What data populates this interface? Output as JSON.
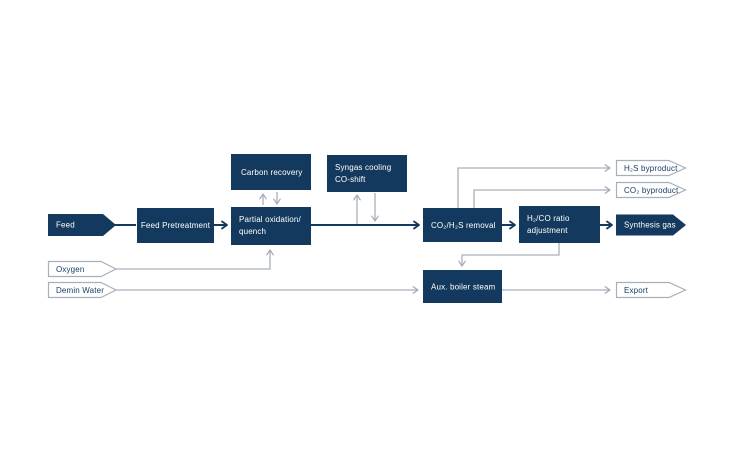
{
  "colors": {
    "navy": "#133a5e",
    "line_gray": "#a6b0ba",
    "background": "#ffffff"
  },
  "nodes": {
    "feed": {
      "label": "Feed",
      "shape": "filled-arrow"
    },
    "feed_pretreatment": {
      "label": "Feed Pretreatment",
      "shape": "process-box"
    },
    "carbon_recovery": {
      "label": "Carbon recovery",
      "shape": "process-box"
    },
    "partial_oxidation": {
      "line1": "Partial oxidation/",
      "line2": "quench",
      "shape": "process-box"
    },
    "syngas_cooling": {
      "line1": "Syngas cooling",
      "line2": "CO-shift",
      "shape": "process-box"
    },
    "co2_h2s_removal": {
      "label": "CO₂/H₂S removal",
      "shape": "process-box"
    },
    "h2_co_ratio_adjustment": {
      "line1": "H₂/CO ratio",
      "line2": "adjustment",
      "shape": "process-box"
    },
    "synthesis_gas": {
      "label": "Synthesis gas",
      "shape": "filled-arrow"
    },
    "h2s_byproduct": {
      "label": "H₂S byproduct",
      "shape": "outline-arrow"
    },
    "co2_byproduct": {
      "label": "CO₂ byproduct",
      "shape": "outline-arrow"
    },
    "oxygen": {
      "label": "Oxygen",
      "shape": "outline-arrow"
    },
    "demin_water": {
      "label": "Demin Water",
      "shape": "outline-arrow"
    },
    "aux_boiler_steam": {
      "label": "Aux. boiler steam",
      "shape": "process-box"
    },
    "export": {
      "label": "Export",
      "shape": "outline-arrow"
    }
  },
  "edges": [
    {
      "from": "feed",
      "to": "feed_pretreatment",
      "style": "navy"
    },
    {
      "from": "feed_pretreatment",
      "to": "partial_oxidation",
      "style": "navy-arrow"
    },
    {
      "from": "partial_oxidation",
      "to": "carbon_recovery",
      "style": "gray-arrow",
      "bidirectional": true
    },
    {
      "from": "partial_oxidation",
      "to": "co2_h2s_removal",
      "style": "navy-arrow"
    },
    {
      "from": "syngas_cooling",
      "to": "partial_oxidation_to_removal_line",
      "style": "gray-arrow",
      "bidirectional": true
    },
    {
      "from": "co2_h2s_removal",
      "to": "h2s_byproduct",
      "style": "gray-arrow"
    },
    {
      "from": "co2_h2s_removal",
      "to": "co2_byproduct",
      "style": "gray-arrow"
    },
    {
      "from": "co2_h2s_removal",
      "to": "h2_co_ratio_adjustment",
      "style": "navy-arrow"
    },
    {
      "from": "h2_co_ratio_adjustment",
      "to": "synthesis_gas",
      "style": "navy-arrow"
    },
    {
      "from": "h2_co_ratio_adjustment",
      "to": "aux_boiler_steam",
      "style": "gray-arrow"
    },
    {
      "from": "oxygen",
      "to": "partial_oxidation",
      "style": "gray-arrow"
    },
    {
      "from": "demin_water",
      "to": "aux_boiler_steam",
      "style": "gray-arrow"
    },
    {
      "from": "aux_boiler_steam",
      "to": "export",
      "style": "gray-arrow"
    }
  ]
}
